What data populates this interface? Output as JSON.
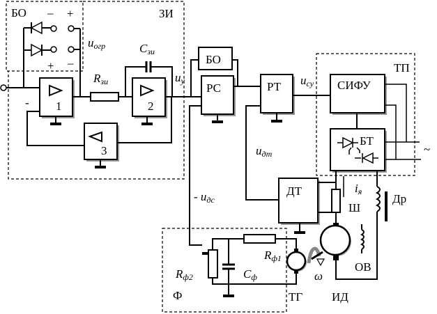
{
  "diagram": {
    "title": "Структурная схема электропривода постоянного тока",
    "groups": {
      "limiter_group": "БО",
      "setpoint_integrator": "ЗИ",
      "thyristor_converter": "ТП",
      "filter": "Ф"
    },
    "blocks": {
      "amp1": "1",
      "amp2": "2",
      "amp3": "3",
      "limiter": "БО",
      "speed_regulator": "РС",
      "current_regulator": "РТ",
      "phase_control": "СИФУ",
      "thyristor_block": "БТ",
      "current_sensor": "ДТ"
    },
    "polarity": {
      "minus_top": "–",
      "plus_top": "+",
      "plus_bottom": "+",
      "minus_bottom": "–",
      "feedback_minus": "-"
    },
    "signals": {
      "u_limit": {
        "main": "u",
        "sub": "огр"
      },
      "u_control": {
        "main": "u",
        "sub": "у"
      },
      "u_current_ctrl": {
        "main": "u",
        "sub": "су"
      },
      "u_current_fb": {
        "main": "u",
        "sub": "дт"
      },
      "u_speed_fb": {
        "prefix": "- ",
        "main": "u",
        "sub": "дс"
      },
      "armature_current": {
        "main": "i",
        "sub": "я"
      },
      "omega": "ω",
      "ac_supply": "~"
    },
    "components": {
      "r_zi": {
        "main": "R",
        "sub": "зи"
      },
      "c_zi": {
        "main": "C",
        "sub": "зи"
      },
      "r_f1": {
        "main": "R",
        "sub": "ф1"
      },
      "r_f2": {
        "main": "R",
        "sub": "ф2"
      },
      "c_f": {
        "main": "C",
        "sub": "ф"
      },
      "shunt": "Ш",
      "choke": "Др",
      "field_winding": "ОВ",
      "tachogenerator": "ТГ",
      "motor": "ИД"
    }
  }
}
